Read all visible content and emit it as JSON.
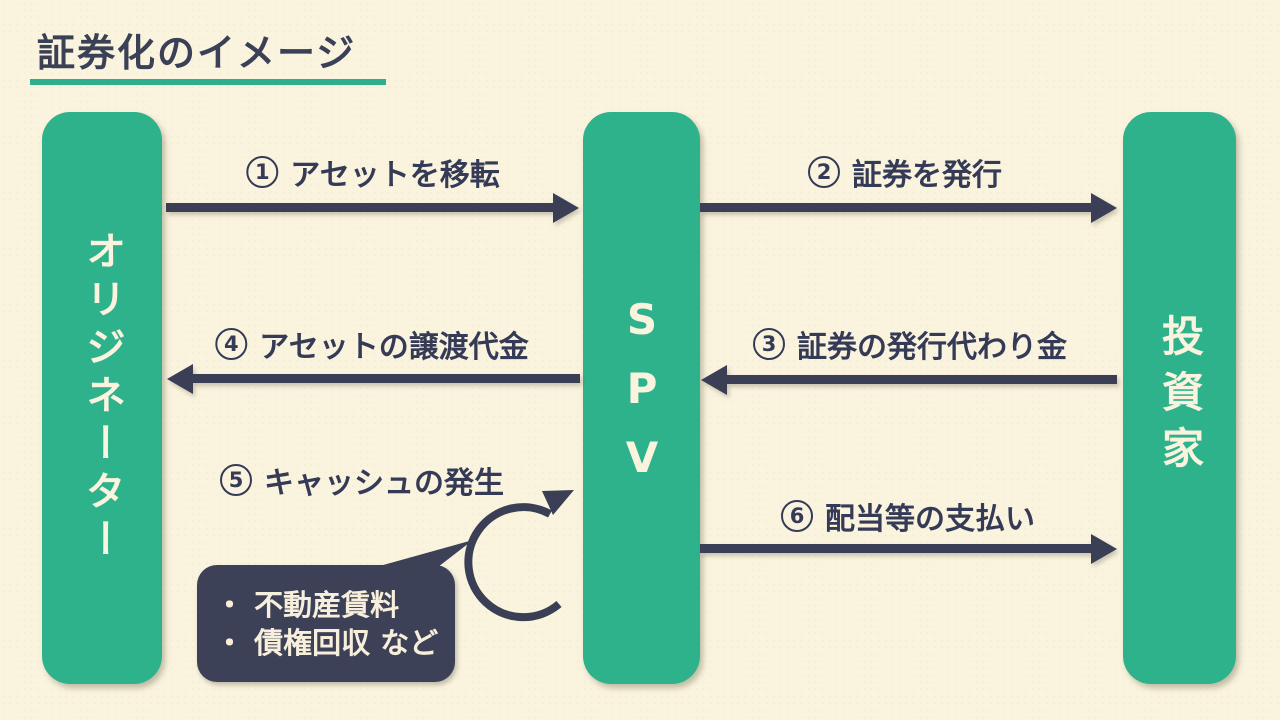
{
  "colors": {
    "background": "#FAF3DE",
    "accent_green": "#2EB28C",
    "ink_navy": "#3A3F56",
    "bubble_background": "#3C4157",
    "pill_text": "#FAF3DE"
  },
  "header": {
    "title": "証券化のイメージ"
  },
  "entities": {
    "originator": {
      "label": "オリジネーター"
    },
    "spv": {
      "label": "SPV"
    },
    "investor": {
      "label": "投資家"
    }
  },
  "flows": [
    {
      "num": "1",
      "label": "アセットを移転",
      "from": "オリジネーター",
      "to": "SPV",
      "direction": "right"
    },
    {
      "num": "2",
      "label": "証券を発行",
      "from": "SPV",
      "to": "投資家",
      "direction": "right"
    },
    {
      "num": "3",
      "label": "証券の発行代わり金",
      "from": "投資家",
      "to": "SPV",
      "direction": "left"
    },
    {
      "num": "4",
      "label": "アセットの譲渡代金",
      "from": "SPV",
      "to": "オリジネーター",
      "direction": "left"
    },
    {
      "num": "5",
      "label": "キャッシュの発生",
      "from": "オリジネーター",
      "to": "SPV",
      "direction": "cycle"
    },
    {
      "num": "6",
      "label": "配当等の支払い",
      "from": "SPV",
      "to": "投資家",
      "direction": "right"
    }
  ],
  "note": {
    "lines": [
      "・ 不動産賃料",
      "・ 債権回収 など"
    ]
  }
}
